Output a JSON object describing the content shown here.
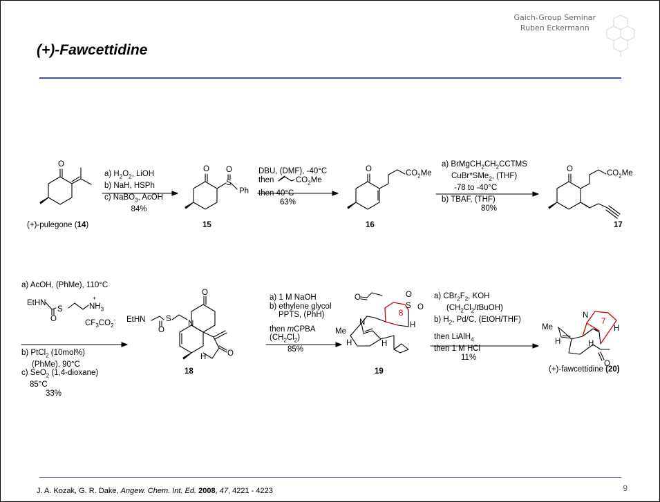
{
  "header": {
    "line1": "Gaich-Group Seminar",
    "line2": "Ruben Eckermann"
  },
  "title": "(+)-Fawcettidine",
  "page_number": "9",
  "footer": {
    "authors": "J. A. Kozak, G. R. Dake, ",
    "journal": "Angew. Chem. Int. Ed.",
    "year": " 2008",
    "sep": ", ",
    "volume": "47",
    "pages": ", 4221 - 4223"
  },
  "compounds": {
    "pulegone": {
      "name": "(+)-pulegone (",
      "num": "14",
      "close": ")"
    },
    "c15": "15",
    "c16": "16",
    "c17": "17",
    "c18": "18",
    "c19": "19",
    "c20": {
      "name": "(+)-fawcettidine ",
      "num": "(20)"
    }
  },
  "atoms": {
    "O": "O",
    "S": "S",
    "Ph": "Ph",
    "CO2Me": "CO",
    "sub2": "2",
    "Me": "Me",
    "N": "N",
    "H": "H",
    "EtHN": "EtHN",
    "NH3": "NH",
    "sub3": "3",
    "plus": "+",
    "CF3CO2": "CF",
    "minus": "-",
    "ring8": "8",
    "ring7": "7"
  },
  "steps": {
    "s1": [
      "a) H",
      "b) NaH, HSPh",
      "c) NaBO",
      ", AcOH",
      "84%",
      ", LiOH"
    ],
    "s2": [
      "DBU, (DMF), -40°C",
      "then",
      "then 40°C",
      "63%"
    ],
    "s3": [
      "a) BrMgCH",
      "CH",
      "CCTMS",
      "CuBr*SMe",
      ", (THF)",
      "-78 to -40°C",
      "b) TBAF, (THF)",
      "80%"
    ],
    "s4": [
      "a) AcOH, (PhMe), 110°C",
      "b) PtCl",
      " (10mol%)",
      "(PhMe), 90°C",
      "c) SeO",
      " (1,4-dioxane)",
      "85°C",
      "33%"
    ],
    "s5": [
      "a) 1 M NaOH",
      "b) ethylene glycol",
      "PPTS, (PhH)",
      "then ",
      "m",
      "CPBA",
      "(CH",
      "Cl",
      ")",
      "85%"
    ],
    "s6": [
      "a) CBr",
      "F",
      ", KOH",
      "(CH",
      "Cl",
      "/",
      "t",
      "BuOH)",
      "b) H",
      ", Pd/C, (EtOH/THF)",
      "then LiAlH",
      "4",
      "then 1 M HCl",
      "11%"
    ]
  }
}
